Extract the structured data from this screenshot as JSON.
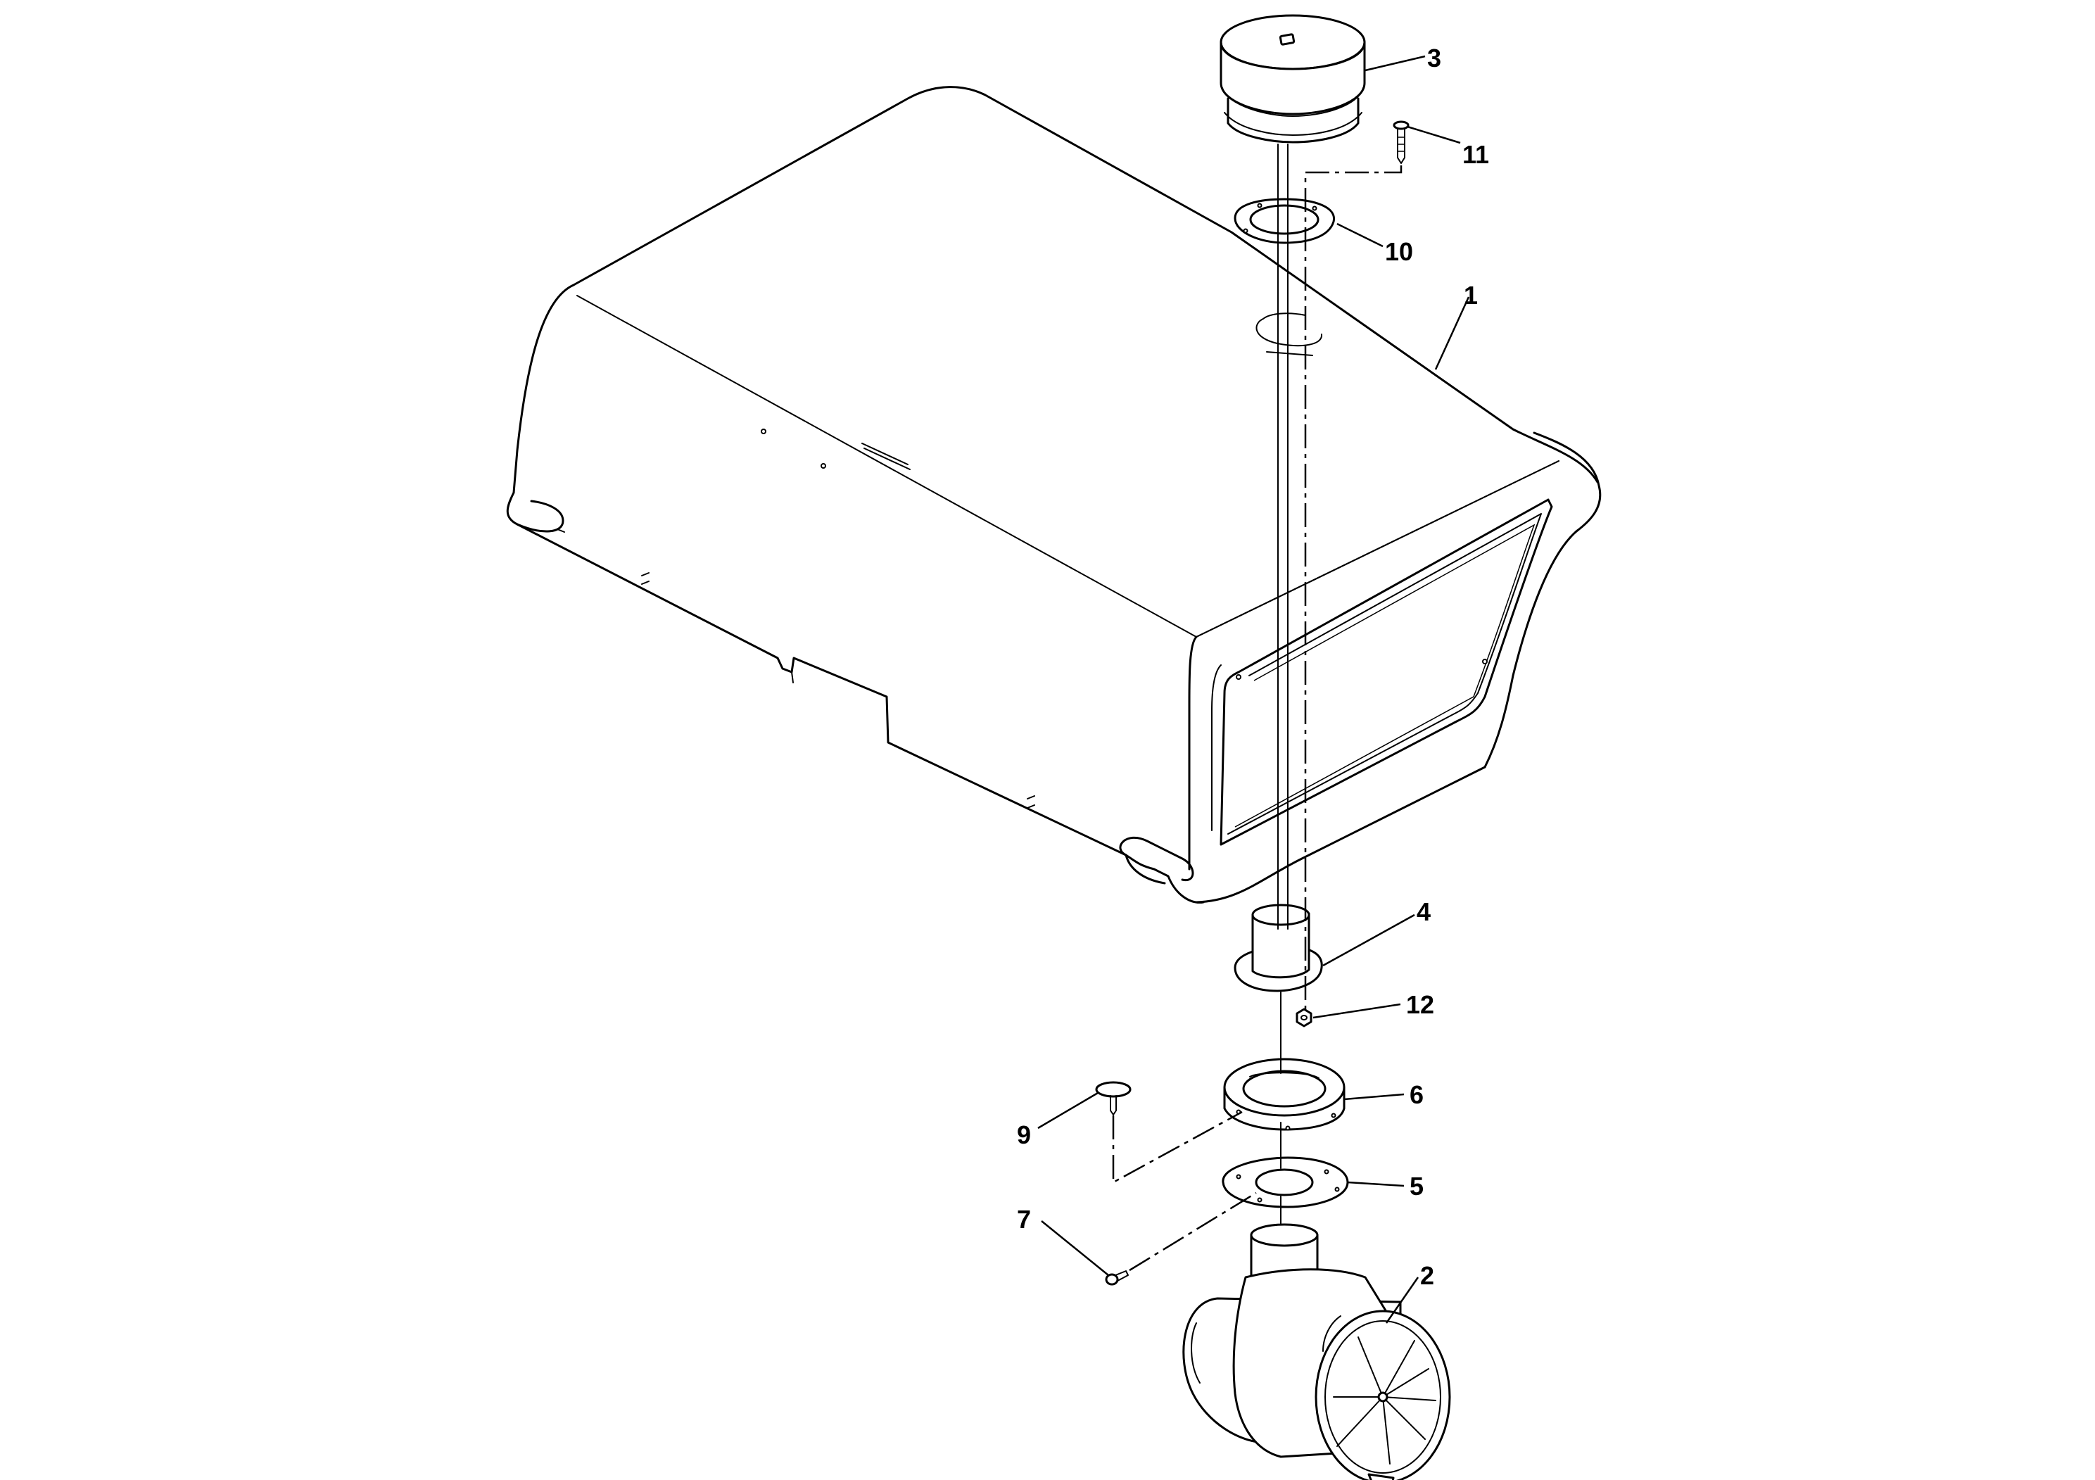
{
  "callouts": [
    {
      "id": "1",
      "label": "1"
    },
    {
      "id": "2",
      "label": "2"
    },
    {
      "id": "3",
      "label": "3"
    },
    {
      "id": "4",
      "label": "4"
    },
    {
      "id": "5",
      "label": "5"
    },
    {
      "id": "6",
      "label": "6"
    },
    {
      "id": "7",
      "label": "7"
    },
    {
      "id": "9",
      "label": "9"
    },
    {
      "id": "10",
      "label": "10"
    },
    {
      "id": "11",
      "label": "11"
    },
    {
      "id": "12",
      "label": "12"
    }
  ],
  "colors": {
    "line": "#000000",
    "background": "#ffffff"
  }
}
